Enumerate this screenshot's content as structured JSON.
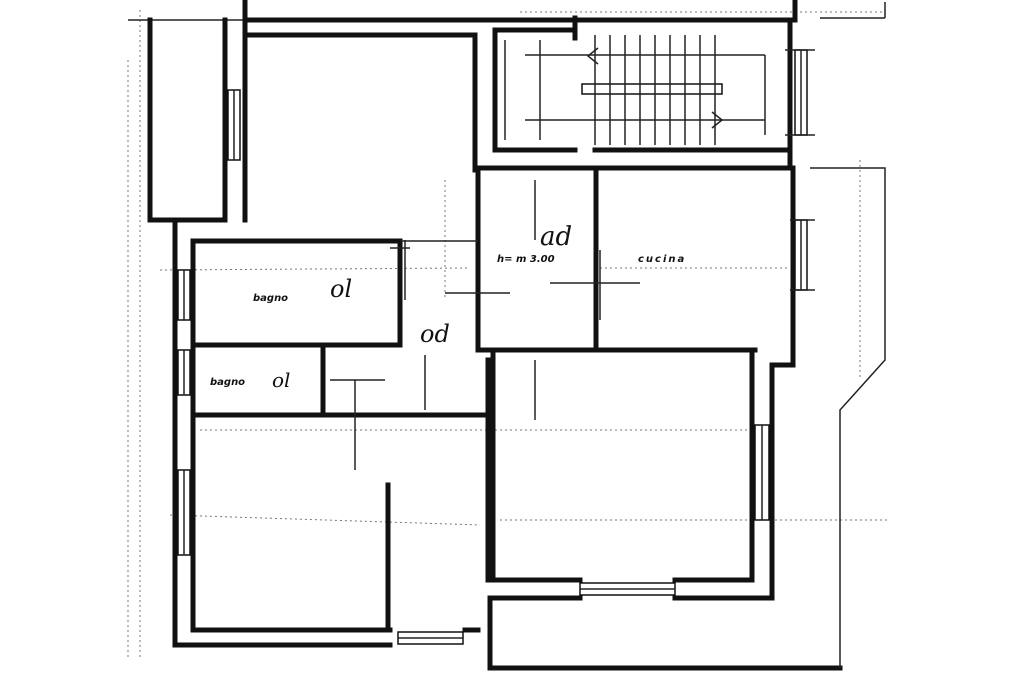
{
  "rooms": {
    "bagno_1": "bagno",
    "bagno_2": "bagno",
    "cucina": "cucina",
    "height_note": "h= m 3.00"
  },
  "annotations": {
    "bagno_1_mark": "ol",
    "bagno_2_mark": "ol",
    "hall_mark": "od",
    "cucina_mark": "ad"
  },
  "colors": {
    "ink": "#111111",
    "paper": "#ffffff"
  }
}
